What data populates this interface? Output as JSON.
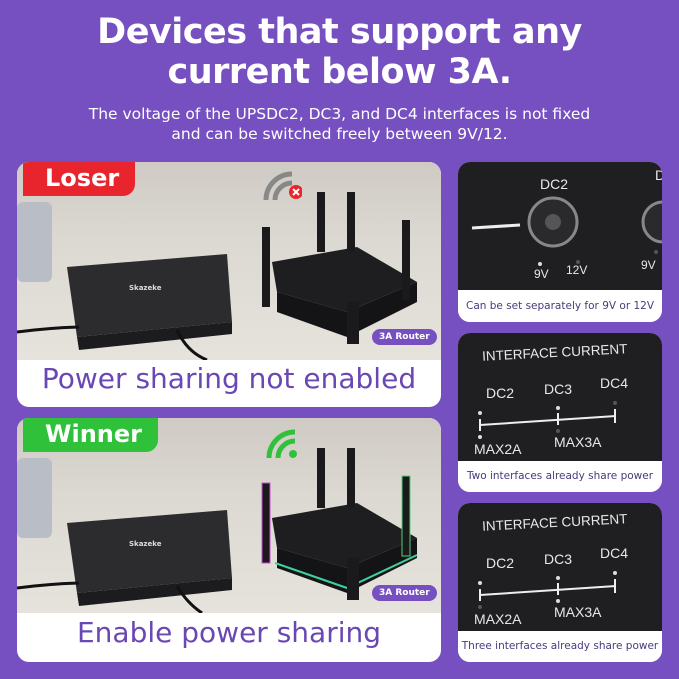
{
  "headline": {
    "line1": "Devices that support any",
    "line2": "current below 3A."
  },
  "subtitle": {
    "line1": "The voltage of the UPSDC2, DC3, and DC4 interfaces is not fixed",
    "line2": "and can be switched freely between 9V/12."
  },
  "left_panels": [
    {
      "badge": "Loser",
      "badge_color": "#e8242c",
      "wifi_status": "disconnected",
      "brand": "Skazeke",
      "router_tag": "3A Router",
      "caption": "Power sharing not enabled"
    },
    {
      "badge": "Winner",
      "badge_color": "#2fc13a",
      "wifi_status": "connected",
      "brand": "Skazeke",
      "router_tag": "3A Router",
      "caption": "Enable power sharing"
    }
  ],
  "right_panels": [
    {
      "port": "DC2",
      "port_partial": "D",
      "v9": "9V",
      "v12": "12V",
      "v9_right": "9V",
      "caption": "Can be set separately for 9V or 12V"
    },
    {
      "heading": "INTERFACE CURRENT",
      "ports": [
        "DC2",
        "DC3",
        "DC4"
      ],
      "limits": [
        "MAX2A",
        "MAX3A"
      ],
      "caption": "Two interfaces already share power"
    },
    {
      "heading": "INTERFACE CURRENT",
      "ports": [
        "DC2",
        "DC3",
        "DC4"
      ],
      "limits": [
        "MAX2A",
        "MAX3A"
      ],
      "caption": "Three interfaces already share power"
    }
  ]
}
